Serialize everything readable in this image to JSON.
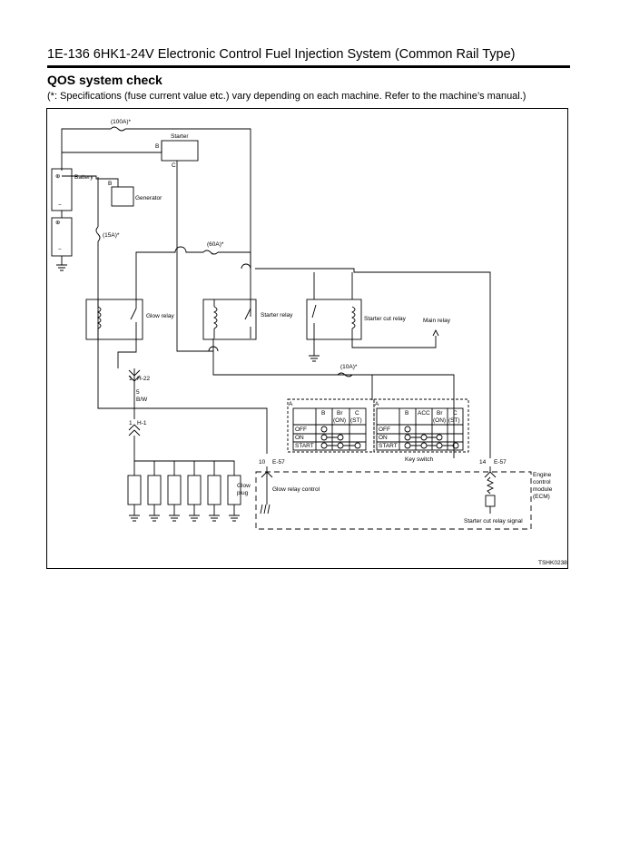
{
  "header": {
    "title": "1E-136 6HK1-24V Electronic Control Fuel Injection System (Common Rail Type)"
  },
  "section": {
    "title": "QOS system check",
    "note": "(*: Specifications (fuse current value etc.) vary depending on each machine. Refer to the machine’s manual.)"
  },
  "diagram": {
    "fuse_100a": "(100A)*",
    "starter": "Starter",
    "starter_b": "B",
    "starter_c": "C",
    "battery": "Battery",
    "generator": "Generator",
    "generator_b": "B",
    "fuse_15a": "(15A)*",
    "fuse_60a": "(60A)*",
    "glow_relay": "Glow relay",
    "starter_relay": "Starter relay",
    "starter_cut_relay": "Starter cut relay",
    "main_relay": "Main relay",
    "fuse_10a": "(10A)*",
    "conn_h22_pin": "1",
    "conn_h22": "H-22",
    "wire_num": "5",
    "wire_color": "B/W",
    "conn_h1_pin": "1",
    "conn_h1": "H-1",
    "glow_plug_1": "Glow",
    "glow_plug_2": "plug",
    "pin_10": "10",
    "conn_e57_a": "E-57",
    "pin_14": "14",
    "conn_e57_b": "E-57",
    "glow_relay_control": "Glow relay control",
    "starter_cut_relay_signal": "Starter cut relay signal",
    "ecm_1": "Engine",
    "ecm_2": "control",
    "ecm_3": "module",
    "ecm_4": "(ECM)",
    "key_switch": "Key switch",
    "left_table": {
      "tag": "A",
      "cols": [
        "B",
        "Br",
        "C"
      ],
      "sub": [
        "(ON)",
        "(ST)"
      ],
      "rows": [
        "OFF",
        "ON",
        "START"
      ]
    },
    "right_table": {
      "tag": "A",
      "cols": [
        "B",
        "ACC",
        "Br",
        "C"
      ],
      "sub": [
        "(ON)",
        "(ST)"
      ],
      "rows": [
        "OFF",
        "ON",
        "START"
      ]
    },
    "figure_id": "TSHK0238"
  }
}
